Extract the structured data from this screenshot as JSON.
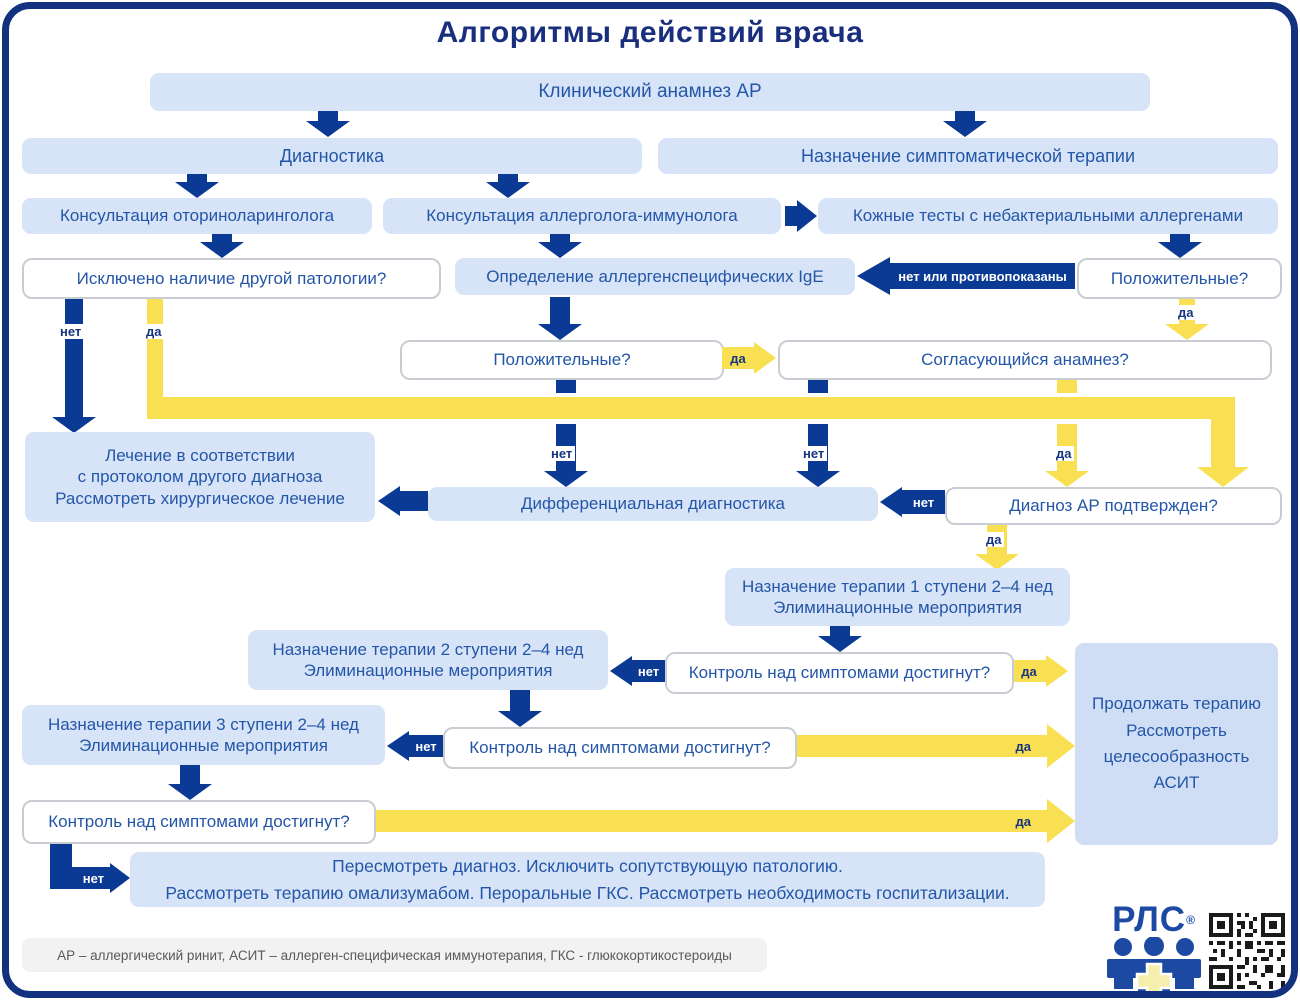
{
  "title": "Алгоритмы действий врача",
  "labels": {
    "yes": "да",
    "no": "нет",
    "no_or_contra": "нет или противопоказаны"
  },
  "boxes": {
    "anamnez": "Клинический анамнез АР",
    "diagnostika": "Диагностика",
    "simptom_terapiya": "Назначение симптоматической терапии",
    "konsult_oto": "Консультация оториноларинголога",
    "konsult_allerg": "Консультация аллерголога-иммунолога",
    "kozhnye_testy": "Кожные тесты с небактериальными аллергенами",
    "isklyucheno": "Исключено наличие другой патологии?",
    "opredelenie_ige": "Определение аллергенспецифических IgE",
    "polozhitelnye_skin": "Положительные?",
    "polozhitelnye_ige": "Положительные?",
    "soglas_anamnez": "Согласующийся анамнез?",
    "lechenie": {
      "lines": [
        "Лечение в соответствии",
        "с протоколом другого диагноза",
        "Рассмотреть хирургическое лечение"
      ]
    },
    "diff_diagnostika": "Дифференциальная диагностика",
    "diagnoz_ar": "Диагноз АР подтвержден?",
    "terapiya1": {
      "lines": [
        "Назначение терапии 1 ступени 2–4 нед",
        "Элиминационные мероприятия"
      ]
    },
    "terapiya2": {
      "lines": [
        "Назначение терапии 2 ступени 2–4 нед",
        "Элиминационные мероприятия"
      ]
    },
    "terapiya3": {
      "lines": [
        "Назначение терапии 3 ступени 2–4 нед",
        "Элиминационные мероприятия"
      ]
    },
    "kontrol1": "Контроль над симптомами достигнут?",
    "kontrol2": "Контроль над симптомами достигнут?",
    "kontrol3": "Контроль над симптомами достигнут?",
    "prodolzhat": {
      "lines": [
        "Продолжать терапию",
        "Рассмотреть",
        "целесообразность",
        "АСИТ"
      ]
    },
    "peresmotret": {
      "lines": [
        "Пересмотреть диагноз. Исключить сопутствующую патологию.",
        "Рассмотреть терапию омализумабом. Пероральные ГКС. Рассмотреть необходимость госпитализации."
      ]
    }
  },
  "footer": {
    "note": "АР – аллергический ринит, АСИТ – аллерген-специфическая иммунотерапия, ГКС - глюкокортикостероиды"
  },
  "logo": {
    "text": "РЛС",
    "registered": "®"
  },
  "colors": {
    "navy_arrow": "#0b3a94",
    "yellow_arrow": "#f8e052",
    "light_blue_box": "#d7e4f7",
    "title_navy": "#192f7d",
    "box_text_blue": "#2456a8"
  }
}
